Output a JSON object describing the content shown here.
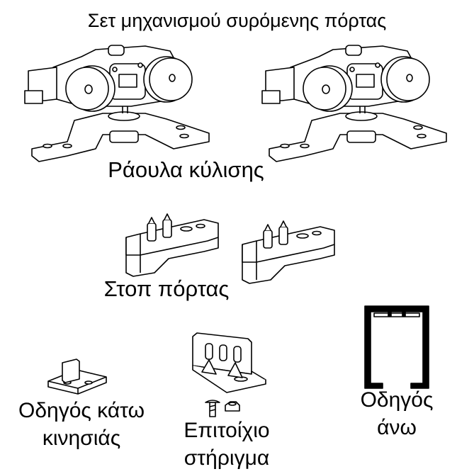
{
  "title": "Σετ μηχανισμού συρόμενης πόρτας",
  "parts": {
    "rollers": {
      "label": "Ράουλα κύλισης"
    },
    "door_stop": {
      "label": "Στοπ πόρτας"
    },
    "bottom_guide": {
      "line1": "Οδηγός κάτω",
      "line2": "κινησιάς"
    },
    "wall_bracket": {
      "line1": "Επιτοίχιο",
      "line2": "στήριγμα"
    },
    "top_guide": {
      "line1": "Οδηγός",
      "line2": "άνω"
    }
  },
  "colors": {
    "line": "#000000",
    "background": "#ffffff"
  }
}
